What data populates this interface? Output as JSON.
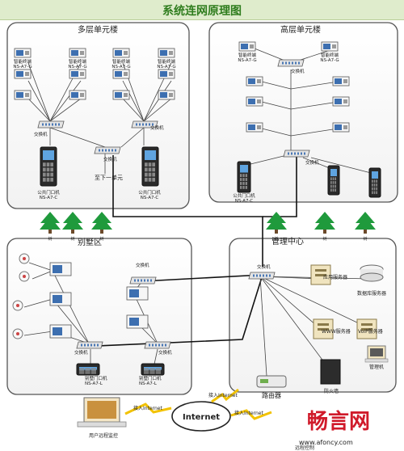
{
  "title": "系统连网原理图",
  "zones": {
    "multi_storey": "多层单元楼",
    "high_rise": "高层单元楼",
    "villa": "别墅区",
    "management": "管理中心"
  },
  "labels": {
    "smart_terminal": "智能终端",
    "terminal_model": "NS-A7-G",
    "switch": "交换机",
    "public_door": "公共门口机",
    "door_model": "NS-A7-C",
    "to_next_unit": "至下一单元",
    "villa_door": "别墅门口机",
    "villa_door_model": "NS-A7-L",
    "tree": "树",
    "app_server": "应用服务器",
    "db_server": "数据库服务器",
    "www_server": "WWW服务器",
    "voip_server": "VoIP服务器",
    "mgmt_pc": "管理机",
    "firewall": "防火墙",
    "router": "路由器",
    "internet": "Internet",
    "access_internet": "接入Internet",
    "remote_user": "用户远程监控",
    "remote_control": "远程控制"
  },
  "watermark": {
    "brand": "畅言网",
    "url": "www.afoncy.com"
  },
  "colors": {
    "title_green": "#2f7d1e",
    "zone_border": "#555555",
    "lightning": "#f2c200",
    "watermark_red": "#d01a2a",
    "tree_green": "#1f9a3c"
  }
}
